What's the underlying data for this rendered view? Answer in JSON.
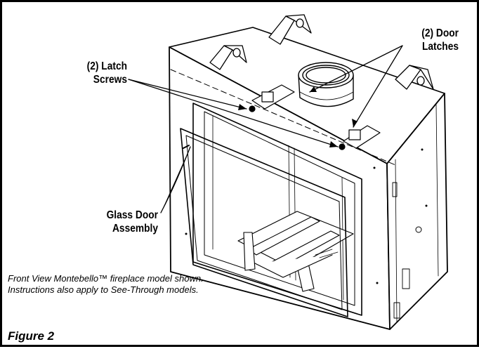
{
  "callouts": {
    "latch_screws": [
      "(2) Latch",
      "Screws"
    ],
    "door_latches": [
      "(2) Door",
      "Latches"
    ],
    "glass_door_assembly": [
      "Glass Door",
      "Assembly"
    ]
  },
  "note": "Front View Montebello™ fireplace model shown. Instructions also apply to See-Through models.",
  "figure_label": "Figure 2",
  "colors": {
    "line": "#000000",
    "fill": "#ffffff",
    "shade": "#d9d9d9"
  }
}
